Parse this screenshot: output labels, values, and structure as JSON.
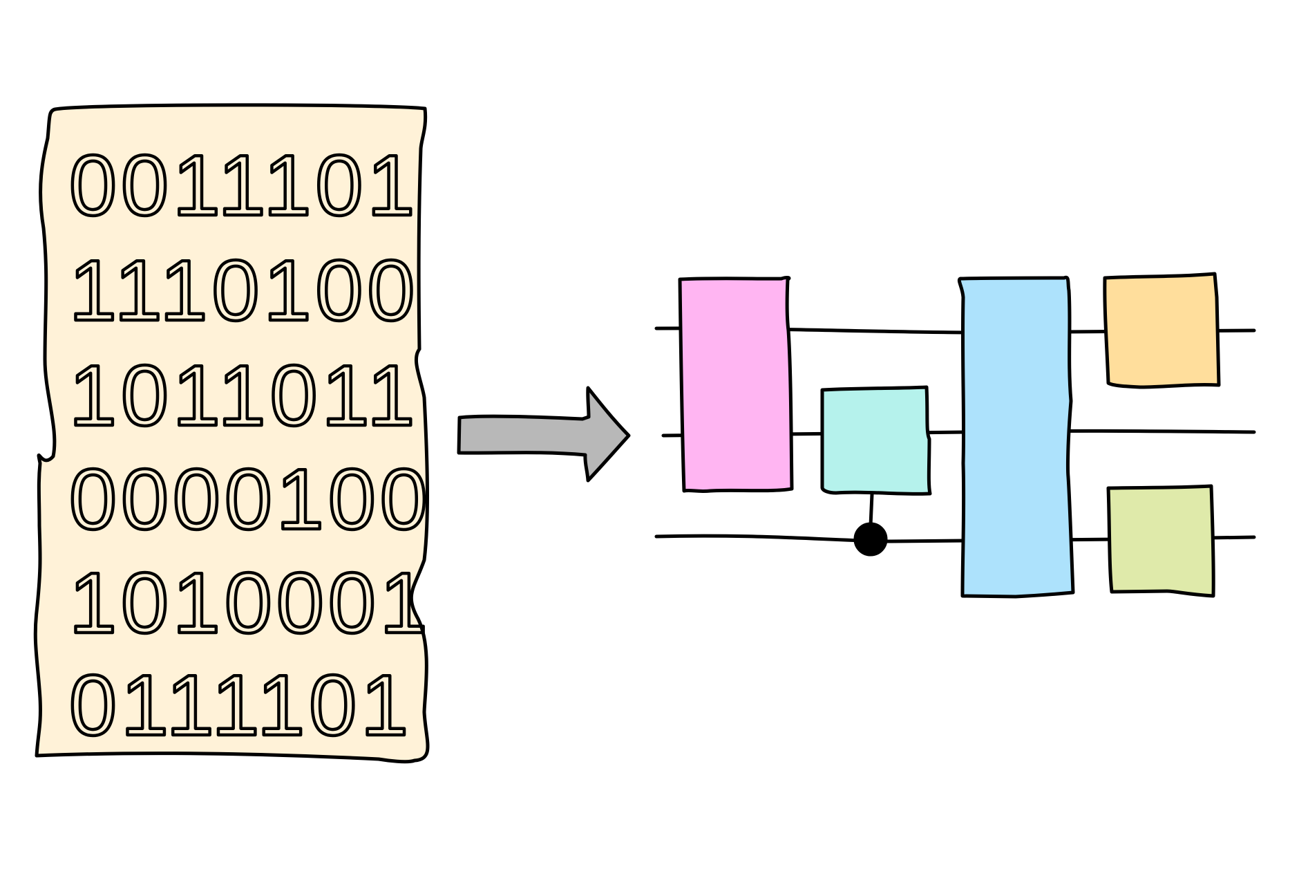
{
  "data_panel": {
    "fill": "#FFF2D8",
    "rows": [
      "0011101",
      "1110100",
      "1011011",
      "0000100",
      "1010001",
      "0111101"
    ]
  },
  "arrow": {
    "fill": "#B8B8B8"
  },
  "circuit": {
    "wire_count": 3,
    "gate_colors": {
      "pink": "#FFB5F2",
      "cyan": "#B5F2EC",
      "blue": "#ADE2FC",
      "orange": "#FFDE9C",
      "green": "#DFEAAA"
    },
    "control_dot_color": "#000000"
  }
}
